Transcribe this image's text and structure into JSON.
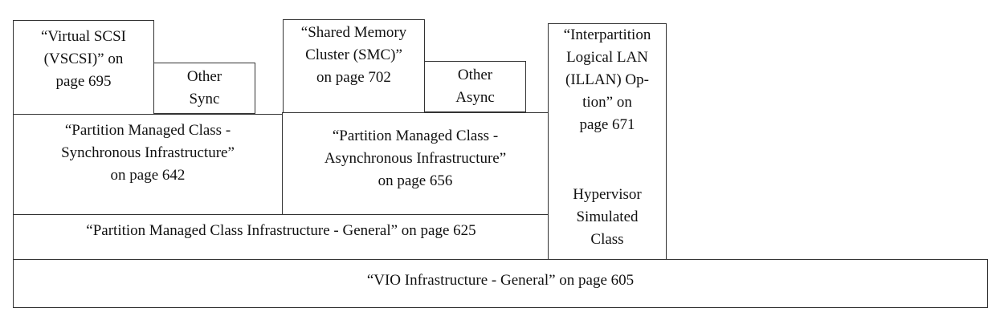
{
  "diagram": {
    "boxes": {
      "vscsi": "“Virtual SCSI\n(VSCSI)” on\npage 695",
      "other_sync": "Other\nSync",
      "smc": "“Shared Memory\nCluster (SMC)”\non page 702",
      "other_async": "Other\nAsync",
      "illan": "“Interpartition\nLogical LAN\n(ILLAN) Op-\ntion” on\npage 671",
      "hypervisor_simulated_class": "Hypervisor\nSimulated\nClass",
      "sync_infrastructure": "“Partition Managed Class -\nSynchronous Infrastructure”\non page 642",
      "async_infrastructure": "“Partition Managed Class -\nAsynchronous Infrastructure”\non page 656",
      "pmc_infrastructure_general": "“Partition Managed Class Infrastructure - General” on page 625",
      "vio_infrastructure_general": "“VIO Infrastructure - General” on page 605"
    }
  }
}
